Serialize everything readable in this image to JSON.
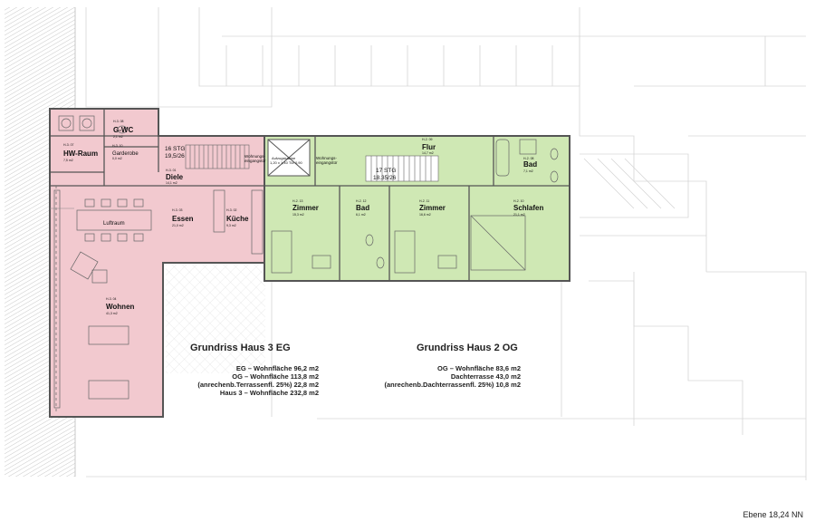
{
  "colors": {
    "haus3_fill": "#f2c9cf",
    "haus2_fill": "#cfe8b4",
    "hatch": "#cfcfcf",
    "wall": "#555555"
  },
  "rooms_haus3": [
    {
      "code": "H-3. 08",
      "name": "G-WC",
      "area": "2,1 m2"
    },
    {
      "code": "H-3. 07",
      "name": "HW-Raum",
      "area": "7,5 m2"
    },
    {
      "code": "H-3. 10",
      "name": "Garderobe",
      "area": "0,0 m2"
    },
    {
      "code": "H-3. 01",
      "name": "Diele",
      "area": "14,1 m2"
    },
    {
      "code": "H-3. 03",
      "name": "Essen",
      "area": "21,0 m2"
    },
    {
      "code": "H-3. 02",
      "name": "Küche",
      "area": "9,3 m2"
    },
    {
      "code": "H-3. 04",
      "name": "Wohnen",
      "area": "41,3 m2"
    }
  ],
  "rooms_haus2": [
    {
      "code": "H-2. 09",
      "name": "Flur",
      "area": "14,7 m2"
    },
    {
      "code": "H-2. 08",
      "name": "Bad",
      "area": "7,1 m2"
    },
    {
      "code": "H-2. 13",
      "name": "Zimmer",
      "area": "15,3 m2"
    },
    {
      "code": "H-2. 12",
      "name": "Bad",
      "area": "6,1 m2"
    },
    {
      "code": "H-2. 11",
      "name": "Zimmer",
      "area": "16,6 m2"
    },
    {
      "code": "H-2. 10",
      "name": "Schlafen",
      "area": "21,1 m2"
    }
  ],
  "labels": {
    "luftraum": "Luftraum",
    "stair_h3_a": "16 STG",
    "stair_h3_b": "19,5/26",
    "stair_h2_a": "17 STG",
    "stair_h2_b": "18.35/26",
    "eingang_a": "Wohnungs-",
    "eingang_b": "eingangstür",
    "lift_a": "Aufzugskabine",
    "lift_b": "1,20 x 1,40 Tür 0,90"
  },
  "haus3_summary": {
    "title": "Grundriss Haus 3  EG",
    "lines": [
      "EG – Wohnfläche 96,2 m2",
      "OG – Wohnfläche 113,8 m2",
      "(anrechenb.Terrassenfl. 25%) 22,8 m2",
      "Haus 3 – Wohnfläche 232,8 m2"
    ]
  },
  "haus2_summary": {
    "title": "Grundriss Haus 2  OG",
    "lines": [
      "OG – Wohnfläche 83,6 m2",
      "Dachterrasse 43,0 m2",
      "(anrechenb.Dachterrassenfl. 25%) 10,8 m2"
    ]
  },
  "ebene": "Ebene 18,24 NN"
}
